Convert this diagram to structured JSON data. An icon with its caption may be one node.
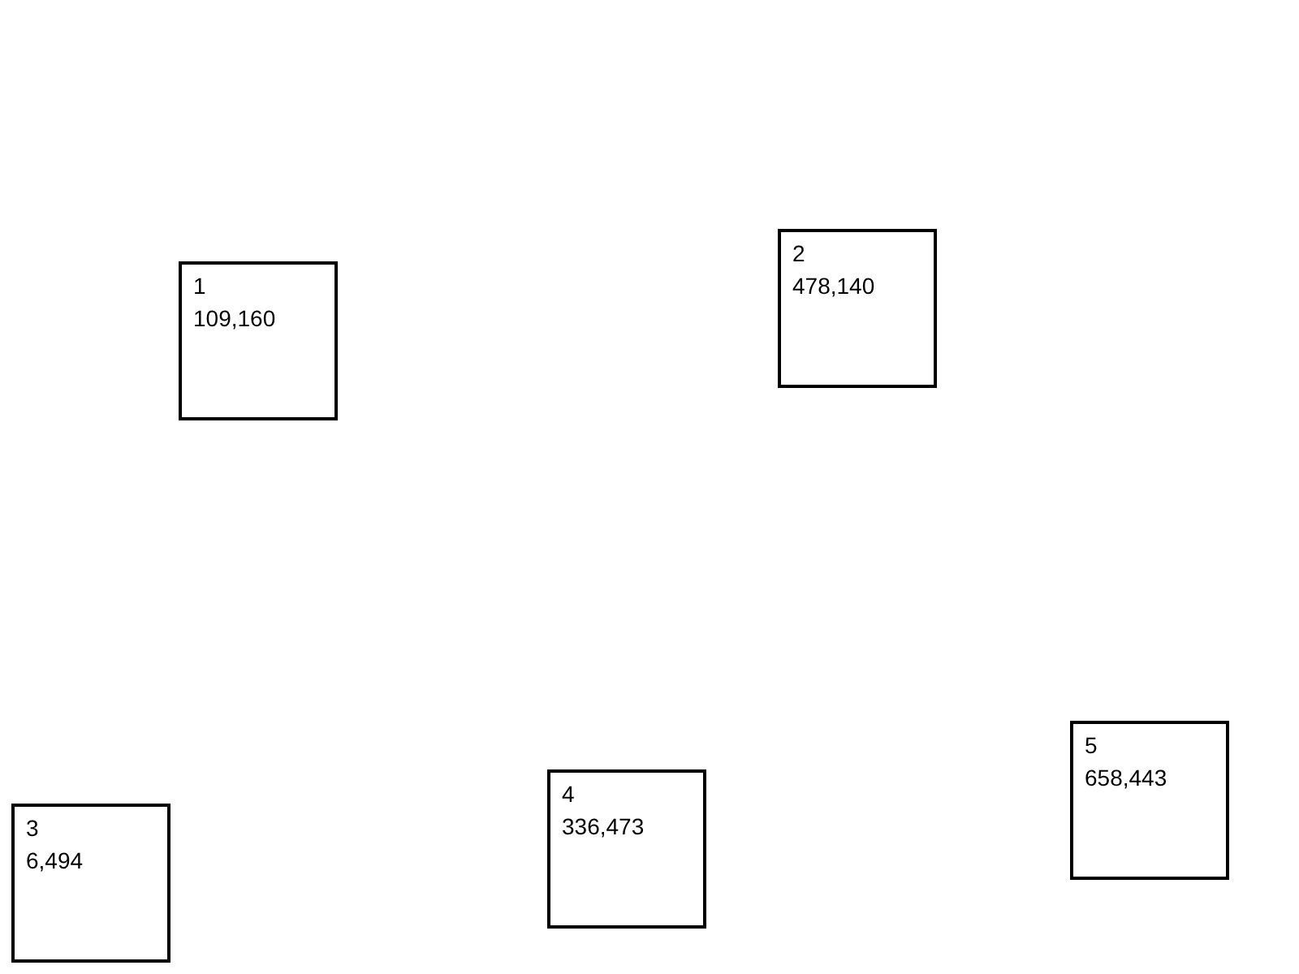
{
  "diagram": {
    "nodes": [
      {
        "text": [
          "1",
          "109,160"
        ]
      },
      {
        "text": [
          "2",
          "478,140"
        ]
      },
      {
        "text": [
          "3",
          "6,494"
        ]
      },
      {
        "text": [
          "4",
          "336,473"
        ]
      },
      {
        "text": [
          "5",
          "658,443"
        ]
      }
    ]
  }
}
